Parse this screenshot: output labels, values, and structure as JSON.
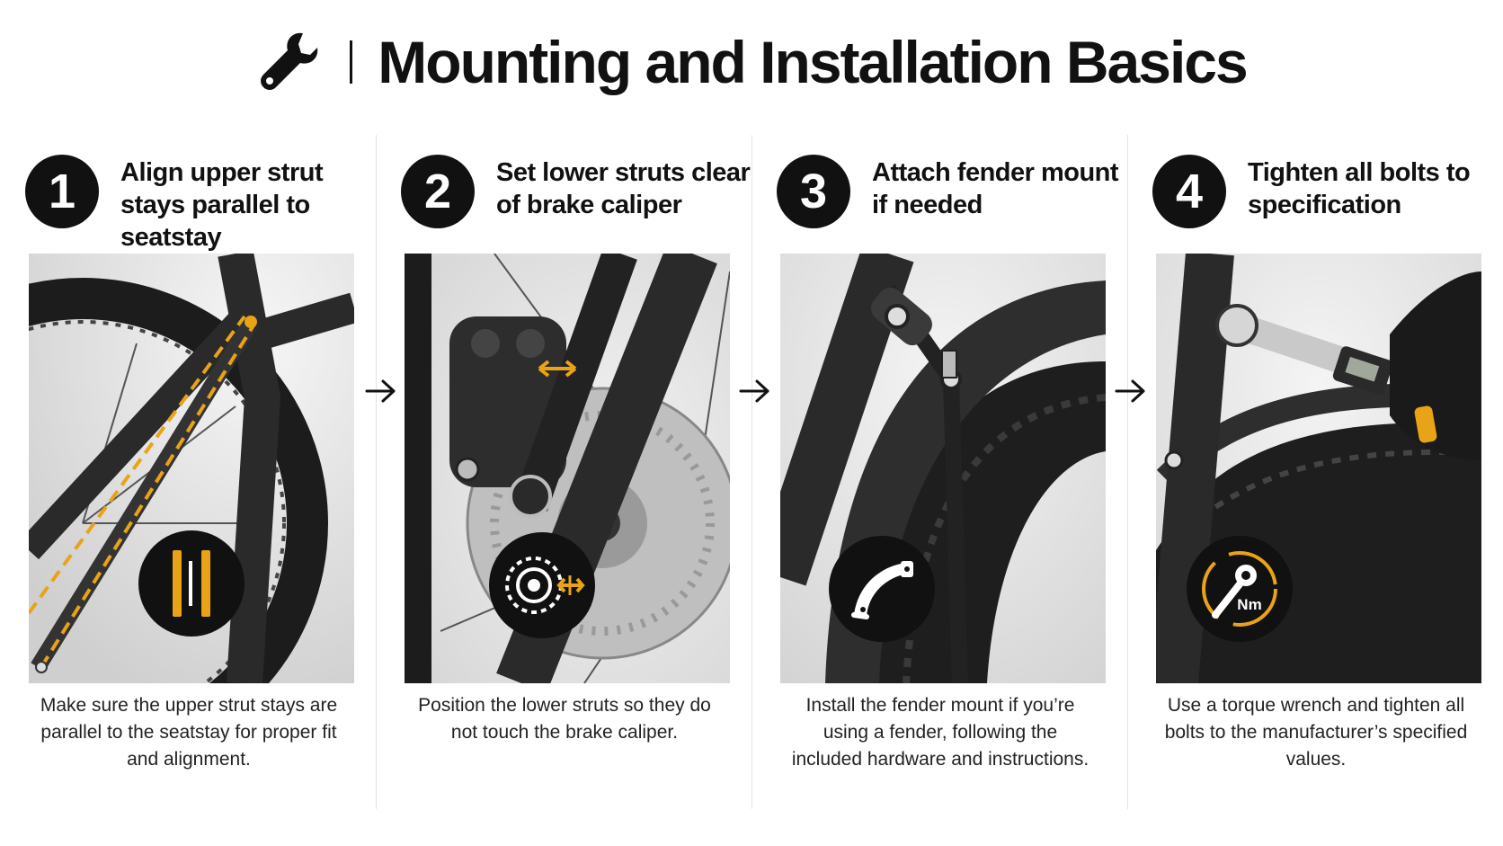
{
  "header": {
    "title": "Mounting and Installation  Basics",
    "icon": "wrench-icon"
  },
  "steps": [
    {
      "number": "1",
      "title": "Align upper strut stays parallel to seatstay",
      "description": "Make sure the upper strut stays are parallel to the seatstay for proper fit and alignment.",
      "badge_icon": "parallel-lines-icon"
    },
    {
      "number": "2",
      "title": "Set lower struts clear of brake caliper",
      "description": "Position the lower struts so they do not touch the brake caliper.",
      "badge_icon": "disc-brake-clearance-icon"
    },
    {
      "number": "3",
      "title": "Attach fender mount if needed",
      "description": "Install the fender mount if you’re using a fender, following the included hardware and instructions.",
      "badge_icon": "fender-icon"
    },
    {
      "number": "4",
      "title": "Tighten all bolts to specification",
      "description": "Use a torque wrench and tighten all bolts to the manufacturer’s specified values.",
      "badge_icon": "torque-wrench-icon",
      "badge_label": "Nm"
    }
  ],
  "colors": {
    "accent": "#E8A317",
    "dark": "#111111",
    "frame": "#2a2a2a"
  }
}
